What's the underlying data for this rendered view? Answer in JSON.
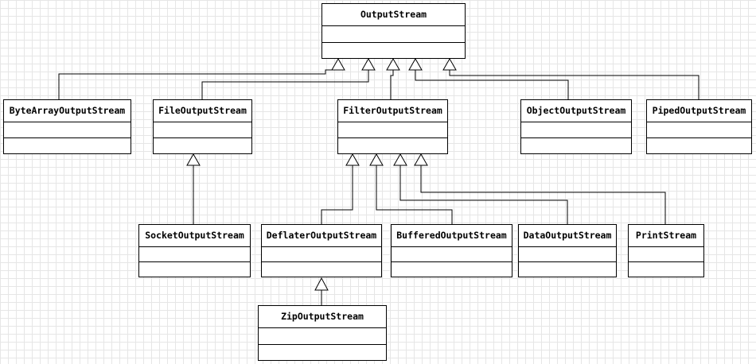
{
  "diagram": {
    "classes": {
      "outputstream": "OutputStream",
      "bytearrayoutputstream": "ByteArrayOutputStream",
      "fileoutputstream": "FileOutputStream",
      "filteroutputstream": "FilterOutputStream",
      "objectoutputstream": "ObjectOutputStream",
      "pipedoutputstream": "PipedOutputStream",
      "socketoutputstream": "SocketOutputStream",
      "deflateroutputstream": "DeflaterOutputStream",
      "bufferedoutputstream": "BufferedOutputStream",
      "dataoutputstream": "DataOutputStream",
      "printstream": "PrintStream",
      "zipoutputstream": "ZipOutputStream"
    },
    "inheritance": [
      {
        "child": "bytearrayoutputstream",
        "parent": "outputstream"
      },
      {
        "child": "fileoutputstream",
        "parent": "outputstream"
      },
      {
        "child": "filteroutputstream",
        "parent": "outputstream"
      },
      {
        "child": "objectoutputstream",
        "parent": "outputstream"
      },
      {
        "child": "pipedoutputstream",
        "parent": "outputstream"
      },
      {
        "child": "socketoutputstream",
        "parent": "fileoutputstream"
      },
      {
        "child": "deflateroutputstream",
        "parent": "filteroutputstream"
      },
      {
        "child": "bufferedoutputstream",
        "parent": "filteroutputstream"
      },
      {
        "child": "dataoutputstream",
        "parent": "filteroutputstream"
      },
      {
        "child": "printstream",
        "parent": "filteroutputstream"
      },
      {
        "child": "zipoutputstream",
        "parent": "deflateroutputstream"
      }
    ]
  }
}
